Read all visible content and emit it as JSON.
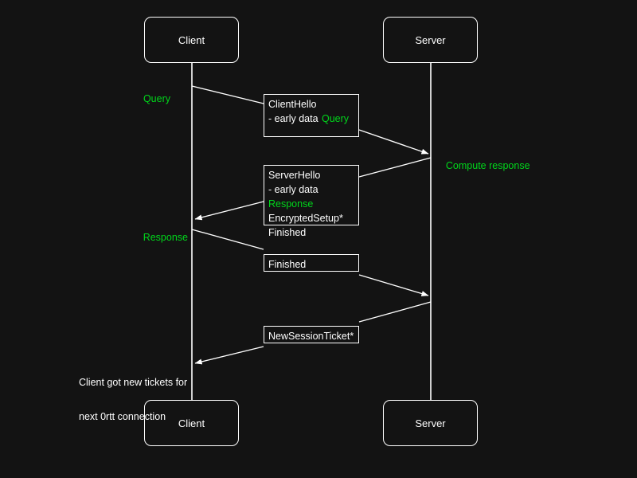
{
  "diagram": {
    "title": "TLS 1.3 0-RTT handshake sequence",
    "background_color": "#131313",
    "line_color": "#ffffff",
    "accent_color": "#00d61b"
  },
  "actors": {
    "client_top": "Client",
    "server_top": "Server",
    "client_bottom": "Client",
    "server_bottom": "Server"
  },
  "side_labels": {
    "query": "Query",
    "compute_response": "Compute response",
    "response": "Response",
    "client_note_line1": "Client got new tickets for",
    "client_note_line2": "next 0rtt connection"
  },
  "messages": [
    {
      "id": "client-hello",
      "direction": "client-to-server",
      "lines": [
        {
          "text": "ClientHello",
          "color": "white"
        },
        {
          "text": "- early data",
          "color": "white"
        },
        {
          "text": "Query",
          "color": "green"
        }
      ]
    },
    {
      "id": "server-hello",
      "direction": "server-to-client",
      "lines": [
        {
          "text": "ServerHello",
          "color": "white"
        },
        {
          "text": "- early data",
          "color": "white"
        },
        {
          "text": "Response",
          "color": "green"
        },
        {
          "text": "EncryptedSetup*",
          "color": "white"
        },
        {
          "text": "Finished",
          "color": "white"
        }
      ]
    },
    {
      "id": "finished",
      "direction": "client-to-server",
      "lines": [
        {
          "text": "Finished",
          "color": "white"
        }
      ]
    },
    {
      "id": "new-session-ticket",
      "direction": "server-to-client",
      "lines": [
        {
          "text": "NewSessionTicket*",
          "color": "white"
        }
      ]
    }
  ]
}
